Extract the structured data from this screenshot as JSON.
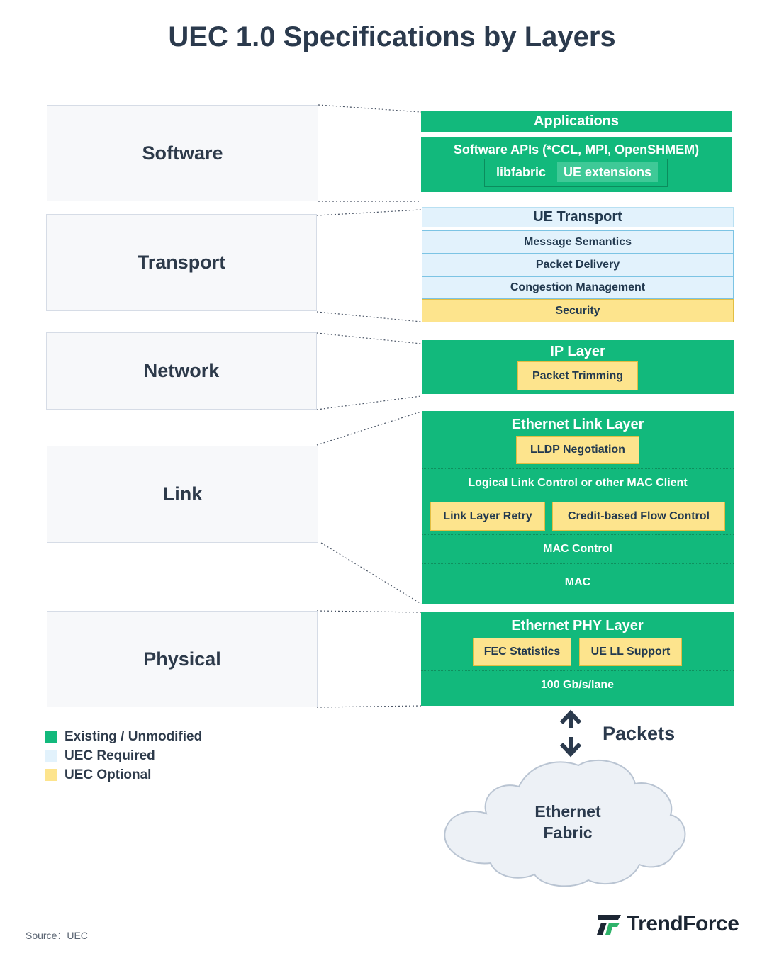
{
  "title": "UEC 1.0 Specifications by Layers",
  "layers": {
    "software": "Software",
    "transport": "Transport",
    "network": "Network",
    "link": "Link",
    "physical": "Physical"
  },
  "software_stack": {
    "applications": "Applications",
    "apis": "Software APIs (*CCL, MPI, OpenSHMEM)",
    "libfabric": "libfabric",
    "ue_extensions": "UE extensions"
  },
  "transport_stack": {
    "header": "UE Transport",
    "message_semantics": "Message Semantics",
    "packet_delivery": "Packet Delivery",
    "congestion_management": "Congestion Management",
    "security": "Security"
  },
  "network_stack": {
    "header": "IP Layer",
    "packet_trimming": "Packet Trimming"
  },
  "link_stack": {
    "header": "Ethernet Link Layer",
    "lldp": "LLDP Negotiation",
    "llc": "Logical Link Control or other MAC Client",
    "link_layer_retry": "Link Layer Retry",
    "credit_flow": "Credit-based Flow Control",
    "mac_control": "MAC Control",
    "mac": "MAC"
  },
  "phy_stack": {
    "header": "Ethernet PHY Layer",
    "fec": "FEC Statistics",
    "ue_ll": "UE LL Support",
    "rate": "100 Gb/s/lane"
  },
  "packets_label": "Packets",
  "cloud": {
    "line1": "Ethernet",
    "line2": "Fabric"
  },
  "legend": [
    {
      "label": "Existing / Unmodified",
      "color": "#12b97c"
    },
    {
      "label": "UEC Required",
      "color": "#e2f2fc"
    },
    {
      "label": "UEC Optional",
      "color": "#fde48d"
    }
  ],
  "source": "Source：UEC",
  "brand": "TrendForce",
  "colors": {
    "existing": "#12b97c",
    "required": "#e2f2fc",
    "optional": "#fde48d",
    "text_dark": "#2b3a4d"
  }
}
